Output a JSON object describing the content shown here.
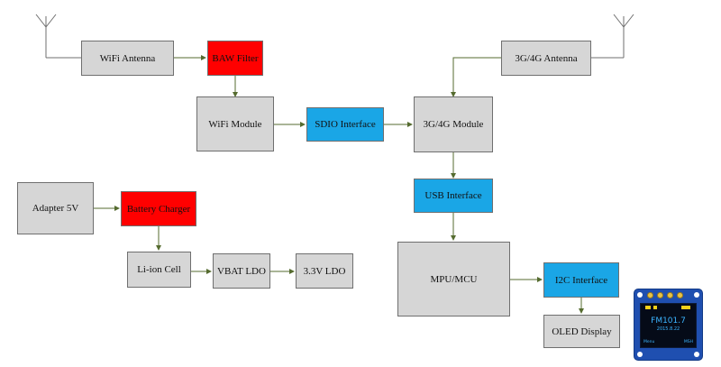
{
  "nodes": {
    "wifi_antenna": "WiFi Antenna",
    "baw_filter": "BAW Filter",
    "antenna_3g4g": "3G/4G Antenna",
    "wifi_module": "WiFi Module",
    "sdio_interface": "SDIO Interface",
    "module_3g4g": "3G/4G Module",
    "adapter_5v": "Adapter 5V",
    "battery_charger": "Battery Charger",
    "usb_interface": "USB Interface",
    "li_ion_cell": "Li-ion Cell",
    "vbat_ldo": "VBAT LDO",
    "ldo_3v3": "3.3V LDO",
    "mpu_mcu": "MPU/MCU",
    "i2c_interface": "I2C Interface",
    "oled_display": "OLED Display"
  },
  "colors": {
    "gray_block": "#d6d6d6",
    "red_block": "#ff0000",
    "blue_block": "#1aa6e6",
    "connector": "#556b2f"
  },
  "oled_screen": {
    "frequency": "FM101.7",
    "date": "2015.8.22",
    "menu_left": "Menu",
    "menu_right": "MSH"
  }
}
